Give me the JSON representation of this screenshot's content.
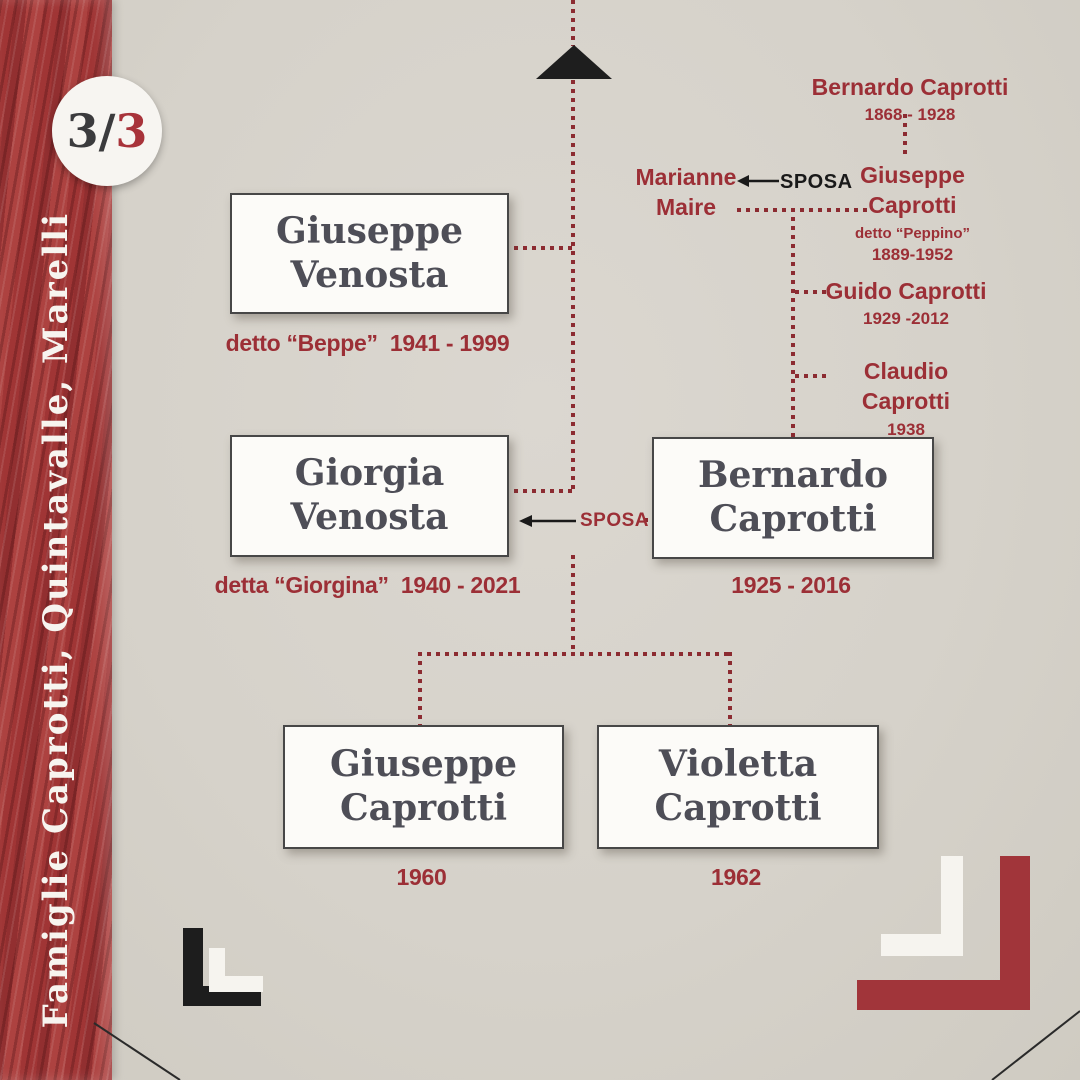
{
  "sidebar": {
    "badge_part1": "3/",
    "badge_part2": "3",
    "title": "Famiglie Caprotti, Quintavalle, Marelli"
  },
  "tree": {
    "top_ancestor": {
      "name": "Bernardo Caprotti",
      "years": "1868 - 1928"
    },
    "marianne": {
      "line1": "Marianne",
      "line2": "Maire"
    },
    "sposa_top": "SPOSA",
    "sposa_mid": "SPOSA",
    "giuseppe_sr": {
      "line1": "Giuseppe",
      "line2": "Caprotti",
      "nickname": "detto “Peppino”",
      "years": "1889-1952"
    },
    "guido": {
      "name": "Guido Caprotti",
      "years": "1929 -2012"
    },
    "claudio": {
      "name": "Claudio Caprotti",
      "years": "1938"
    },
    "giuseppe_venosta": {
      "line1": "Giuseppe",
      "line2": "Venosta",
      "nickname": "detto “Beppe”",
      "years": "1941 - 1999"
    },
    "giorgia": {
      "line1": "Giorgia",
      "line2": "Venosta",
      "nickname": "detta “Giorgina”",
      "years": "1940 - 2021"
    },
    "bernardo": {
      "line1": "Bernardo",
      "line2": "Caprotti",
      "years": "1925 - 2016"
    },
    "giuseppe_jr": {
      "line1": "Giuseppe",
      "line2": "Caprotti",
      "years": "1960"
    },
    "violetta": {
      "line1": "Violetta",
      "line2": "Caprotti",
      "years": "1962"
    }
  },
  "colors": {
    "accent_red": "#9c2f36",
    "band_red": "#a03636",
    "ink": "#1e1e1e",
    "paper": "#d7d3cb",
    "box_text": "#4e4e57"
  }
}
